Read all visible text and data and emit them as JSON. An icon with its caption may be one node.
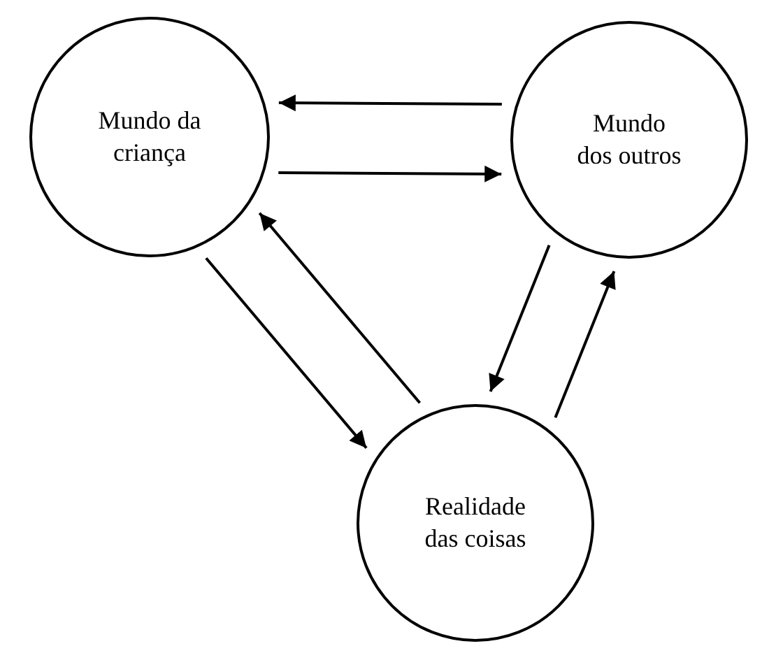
{
  "diagram": {
    "nodes": [
      {
        "text": [
          "Mundo da criança"
        ]
      },
      {
        "text": [
          "Mundo dos outros"
        ]
      },
      {
        "text": [
          "Realidade das coisas"
        ]
      }
    ],
    "edges": [
      {
        "from": 0,
        "to": 1,
        "arrow": "to"
      },
      {
        "from": 1,
        "to": 0,
        "arrow": "to"
      },
      {
        "from": 0,
        "to": 2,
        "arrow": "to"
      },
      {
        "from": 2,
        "to": 0,
        "arrow": "to"
      },
      {
        "from": 2,
        "to": 1,
        "arrow": "to"
      },
      {
        "from": 1,
        "to": 2,
        "arrow": "to"
      }
    ]
  }
}
